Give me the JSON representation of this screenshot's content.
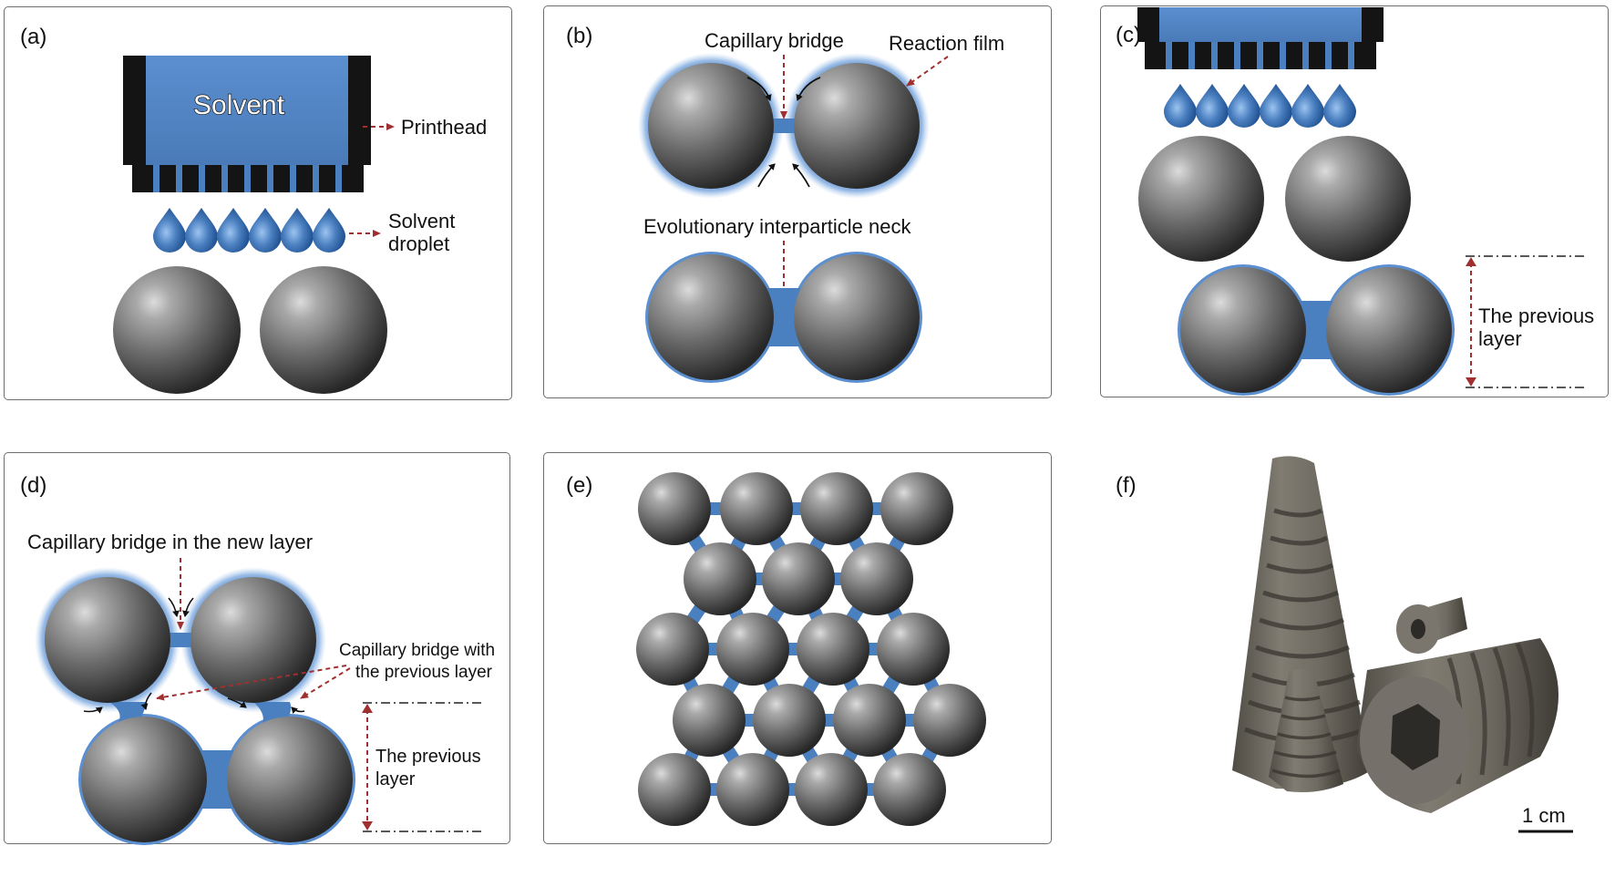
{
  "colors": {
    "panel_border": "#6e6e6e",
    "sphere_dark": "#2e2e2e",
    "sphere_light": "#d8d8d8",
    "solvent_blue": "#4a7fc0",
    "solvent_light": "#8fb6e3",
    "printhead_black": "#141414",
    "annotation_red": "#a03030",
    "sample_gray": "#6d6a62"
  },
  "panels": {
    "a": {
      "label": "(a)",
      "solvent": "Solvent",
      "printhead": "Printhead",
      "droplet_line1": "Solvent",
      "droplet_line2": "droplet"
    },
    "b": {
      "label": "(b)",
      "capillary_bridge": "Capillary bridge",
      "reaction_film": "Reaction film",
      "neck": "Evolutionary interparticle neck"
    },
    "c": {
      "label": "(c)",
      "prev_line1": "The previous",
      "prev_line2": "layer"
    },
    "d": {
      "label": "(d)",
      "bridge_new": "Capillary bridge in the new layer",
      "bridge_prev_line1": "Capillary bridge with",
      "bridge_prev_line2": "the previous layer",
      "prev_line1": "The previous",
      "prev_line2": "layer"
    },
    "e": {
      "label": "(e)"
    },
    "f": {
      "label": "(f)",
      "scale": "1 cm"
    }
  },
  "icons": [
    "sphere-icon",
    "droplet-icon",
    "printhead-icon",
    "arrow-icon",
    "implant-photo-icon"
  ]
}
